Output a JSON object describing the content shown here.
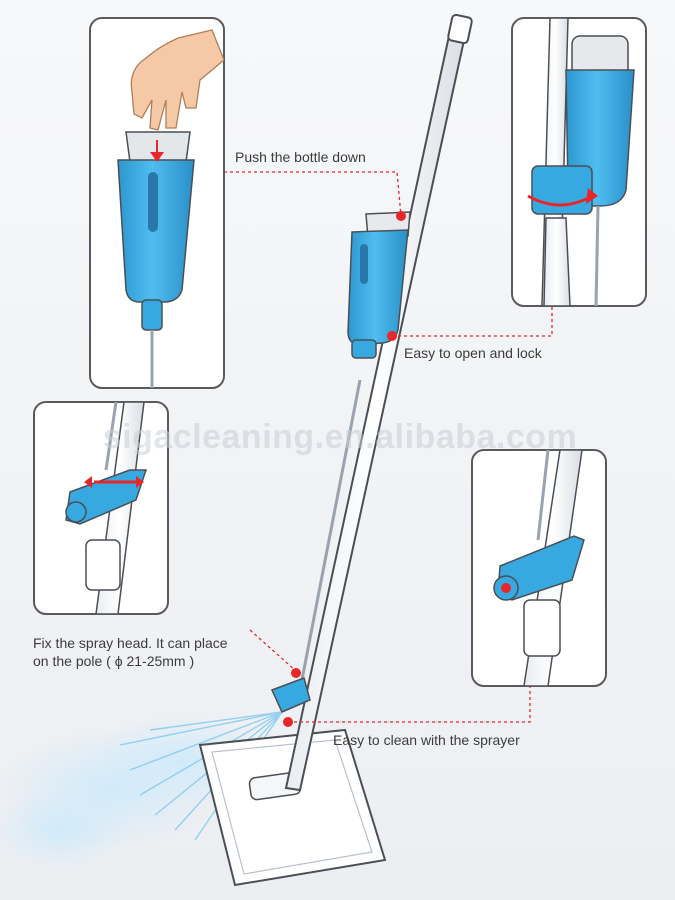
{
  "callouts": {
    "push_bottle": "Push the bottle down",
    "open_lock": "Easy to open and lock",
    "fix_spray_line1": "Fix the spray head. It can place",
    "fix_spray_line2": "on the pole ( ϕ 21-25mm )",
    "clean_sprayer": "Easy to clean with the sprayer"
  },
  "watermark": "sigacleaning.en.alibaba.com",
  "colors": {
    "product_blue": "#38a9e0",
    "accent_red": "#e8262a",
    "panel_border": "#5a5a5a",
    "outline": "#4a4f55"
  }
}
